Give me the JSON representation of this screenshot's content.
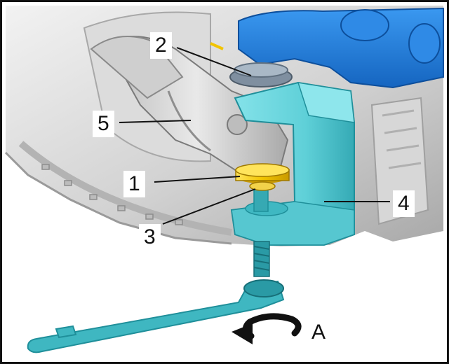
{
  "diagram": {
    "callouts": [
      {
        "id": "1",
        "label": "1"
      },
      {
        "id": "2",
        "label": "2"
      },
      {
        "id": "3",
        "label": "3"
      },
      {
        "id": "4",
        "label": "4"
      },
      {
        "id": "5",
        "label": "5"
      }
    ],
    "rotation_label": "A"
  },
  "colors": {
    "frame": "#111111",
    "background": "#ffffff",
    "metal_light": "#e6e6e6",
    "metal_mid": "#c9c9c9",
    "metal_dark": "#8f8f8f",
    "knuckle_blue": "#1f78d8",
    "tool_teal": "#5fd0d8",
    "tool_teal_dark": "#2aa6b2",
    "nut_gold": "#f2c400",
    "arrow_black": "#111111"
  }
}
